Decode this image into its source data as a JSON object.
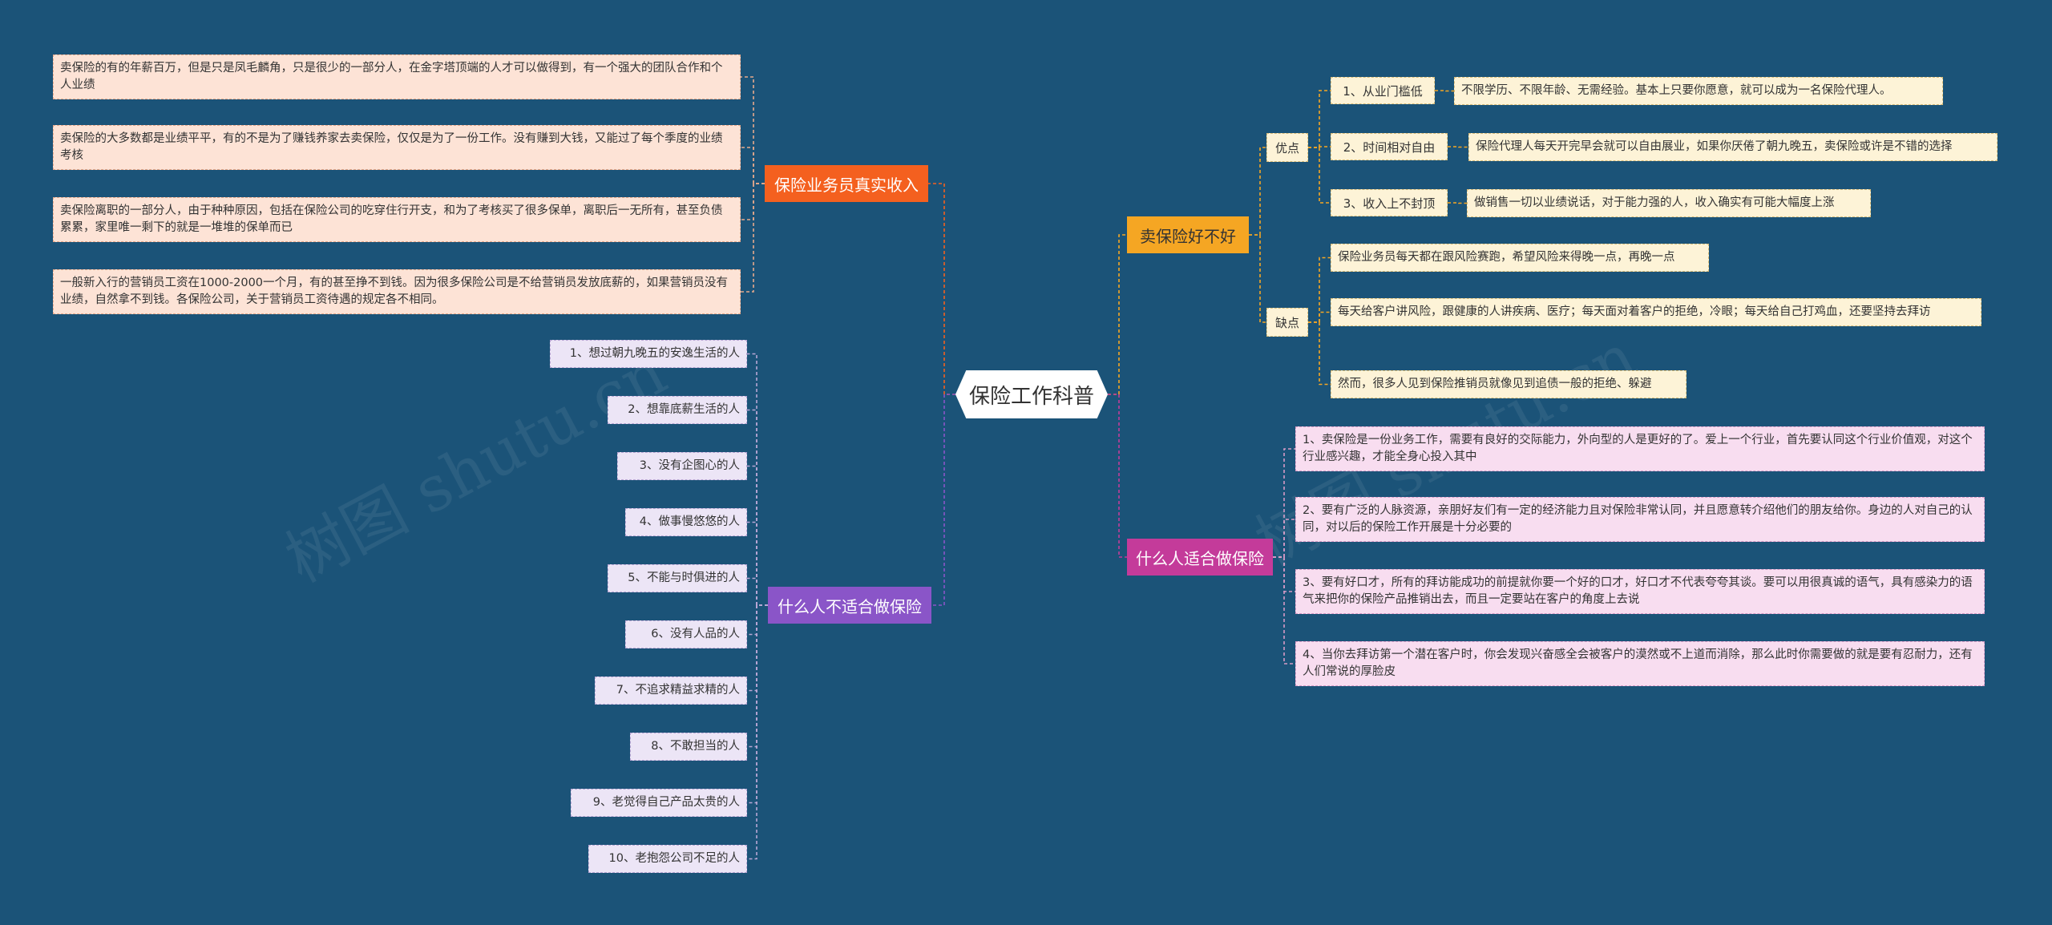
{
  "center": "保险工作科普",
  "left_top": {
    "title": "保险业务员真实收入",
    "items": [
      "卖保险的有的年薪百万，但是只是凤毛麟角，只是很少的一部分人，在金字塔顶端的人才可以做得到，有一个强大的团队合作和个人业绩",
      "卖保险的大多数都是业绩平平，有的不是为了赚钱养家去卖保险，仅仅是为了一份工作。没有赚到大钱，又能过了每个季度的业绩考核",
      "卖保险离职的一部分人，由于种种原因，包括在保险公司的吃穿住行开支，和为了考核买了很多保单，离职后一无所有，甚至负债累累，家里唯一剩下的就是一堆堆的保单而已",
      "一般新入行的营销员工资在1000-2000一个月，有的甚至挣不到钱。因为很多保险公司是不给营销员发放底薪的，如果营销员没有业绩，自然拿不到钱。各保险公司，关于营销员工资待遇的规定各不相同。"
    ]
  },
  "left_bottom": {
    "title": "什么人不适合做保险",
    "items": [
      "1、想过朝九晚五的安逸生活的人",
      "2、想靠底薪生活的人",
      "3、没有企图心的人",
      "4、做事慢悠悠的人",
      "5、不能与时俱进的人",
      "6、没有人品的人",
      "7、不追求精益求精的人",
      "8、不敢担当的人",
      "9、老觉得自己产品太贵的人",
      "10、老抱怨公司不足的人"
    ]
  },
  "right_top": {
    "title": "卖保险好不好",
    "pros": {
      "label": "优点",
      "items": [
        {
          "label": "1、从业门槛低",
          "detail": "不限学历、不限年龄、无需经验。基本上只要你愿意，就可以成为一名保险代理人。"
        },
        {
          "label": "2、时间相对自由",
          "detail": "保险代理人每天开完早会就可以自由展业，如果你厌倦了朝九晚五，卖保险或许是不错的选择"
        },
        {
          "label": "3、收入上不封顶",
          "detail": "做销售一切以业绩说话，对于能力强的人，收入确实有可能大幅度上涨"
        }
      ]
    },
    "cons": {
      "label": "缺点",
      "items": [
        "保险业务员每天都在跟风险赛跑，希望风险来得晚一点，再晚一点",
        "每天给客户讲风险，跟健康的人讲疾病、医疗；每天面对着客户的拒绝，冷眼；每天给自己打鸡血，还要坚持去拜访",
        "然而，很多人见到保险推销员就像见到追债一般的拒绝、躲避"
      ]
    }
  },
  "right_bottom": {
    "title": "什么人适合做保险",
    "items": [
      "1、卖保险是一份业务工作，需要有良好的交际能力，外向型的人是更好的了。爱上一个行业，首先要认同这个行业价值观，对这个行业感兴趣，才能全身心投入其中",
      "2、要有广泛的人脉资源，亲朋好友们有一定的经济能力且对保险非常认同，并且愿意转介绍他们的朋友给你。身边的人对自己的认同，对以后的保险工作开展是十分必要的",
      "3、要有好口才，所有的拜访能成功的前提就你要一个好的口才，好口才不代表夸夸其谈。要可以用很真诚的语气，具有感染力的语气来把你的保险产品推销出去，而且一定要站在客户的角度上去说",
      "4、当你去拜访第一个潜在客户时，你会发现兴奋感全会被客户的漠然或不上道而消除，那么此时你需要做的就是要有忍耐力，还有人们常说的厚脸皮"
    ]
  },
  "watermark": "树图 shutu.cn",
  "colors": {
    "background": "#1b5378",
    "orange": "#f4601f",
    "yellow": "#f5a623",
    "purple": "#8a55c8",
    "magenta": "#c43b9a"
  }
}
